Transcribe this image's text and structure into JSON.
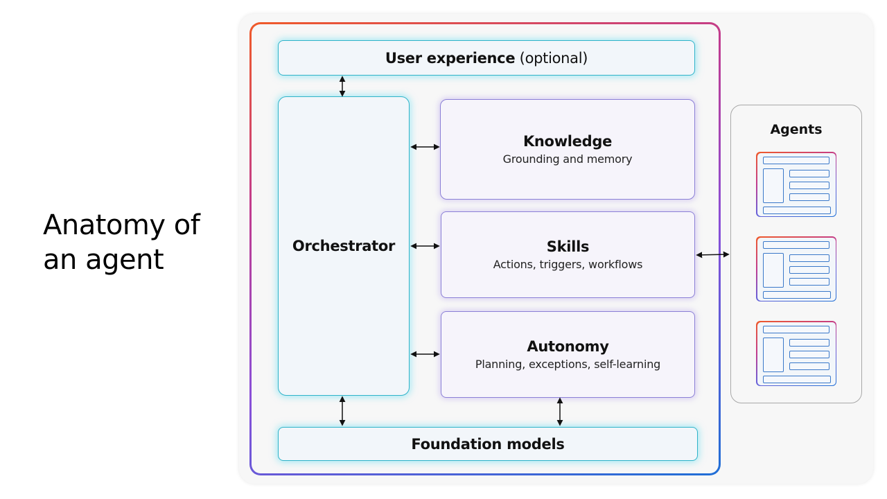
{
  "title": {
    "line1": "Anatomy of",
    "line2": "an agent"
  },
  "user_experience": {
    "label_bold": "User experience",
    "label_normal": "(optional)"
  },
  "orchestrator": {
    "label": "Orchestrator"
  },
  "knowledge": {
    "title": "Knowledge",
    "subtitle": "Grounding and memory"
  },
  "skills": {
    "title": "Skills",
    "subtitle": "Actions, triggers, workflows"
  },
  "autonomy": {
    "title": "Autonomy",
    "subtitle": "Planning, exceptions, self-learning"
  },
  "foundation_models": {
    "label": "Foundation models"
  },
  "agents_panel": {
    "title": "Agents",
    "items": [
      {},
      {},
      {}
    ]
  },
  "colors": {
    "gradient_start": "#f05a28",
    "gradient_mid": "#8a4fd8",
    "gradient_end": "#1f6fd6",
    "cyan_border": "#2fb3c9",
    "purple_border": "#8b7fd6",
    "mini_bar": "#3a78c9"
  },
  "icons": {
    "connector": "double-arrow"
  }
}
